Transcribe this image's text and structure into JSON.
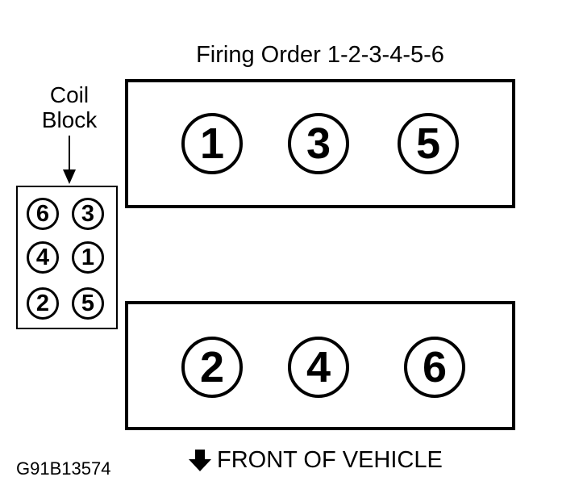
{
  "title": "Firing Order 1-2-3-4-5-6",
  "coil_block": {
    "label_line1": "Coil",
    "label_line2": "Block",
    "rows": [
      [
        "6",
        "3"
      ],
      [
        "4",
        "1"
      ],
      [
        "2",
        "5"
      ]
    ]
  },
  "banks": {
    "top": [
      "1",
      "3",
      "5"
    ],
    "bottom": [
      "2",
      "4",
      "6"
    ]
  },
  "front_label": "FRONT OF VEHICLE",
  "front_icon": "arrow-down-icon",
  "figure_id": "G91B13574"
}
